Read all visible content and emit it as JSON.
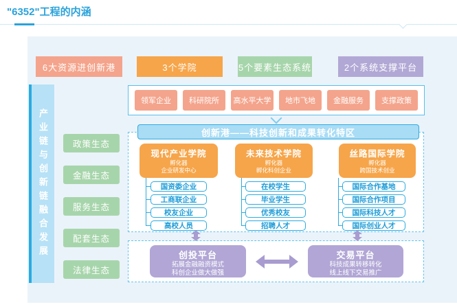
{
  "page": {
    "title": "\"6352\"工程的内涵"
  },
  "categories": [
    {
      "label": "6大资源进创新港",
      "color": "#f4a48c"
    },
    {
      "label": "3个学院",
      "color": "#f6a54a"
    },
    {
      "label": "5个要素生态系统",
      "color": "#a7d5ab"
    },
    {
      "label": "2个系统支撑平台",
      "color": "#b2a8d5"
    }
  ],
  "left_bar": {
    "label": "产业链与创新链融合发展"
  },
  "ecosystems": [
    "政策生态",
    "金融生态",
    "服务生态",
    "配套生态",
    "法律生态"
  ],
  "resources": [
    "领军企业",
    "科研院所",
    "高水平大学",
    "地市飞地",
    "金融服务",
    "支撑政策"
  ],
  "zone_banner": "创新港——科技创新和成果转化特区",
  "colleges": [
    {
      "title": "现代产业学院",
      "sub1": "孵化器",
      "sub2": "企业研发中心",
      "items": [
        "国资委企业",
        "工商联企业",
        "校友企业",
        "高校人员"
      ]
    },
    {
      "title": "未来技术学院",
      "sub1": "孵化器",
      "sub2": "孵化科创企业",
      "items": [
        "在校学生",
        "毕业学生",
        "优秀校友",
        "招聘人才"
      ]
    },
    {
      "title": "丝路国际学院",
      "sub1": "孵化器",
      "sub2": "跨国技术创业",
      "items": [
        "国际合作基地",
        "国际合作项目",
        "国际科技人才",
        "国际创业人才"
      ]
    }
  ],
  "platforms": [
    {
      "title": "创投平台",
      "line1": "拓展金融融资模式",
      "line2": "科创企业做大做强"
    },
    {
      "title": "交易平台",
      "line1": "科技成果转移转化",
      "line2": "线上线下交易推广"
    }
  ],
  "colors": {
    "title_blue": "#2aa2da",
    "salmon": "#f4a48c",
    "orange": "#f6a54a",
    "green": "#a7d5ab",
    "purple": "#b2a8d5",
    "light_blue_fill": "#a9dcf5",
    "line_blue": "#29abe2",
    "canvas_bg": "#ebf3fa"
  }
}
